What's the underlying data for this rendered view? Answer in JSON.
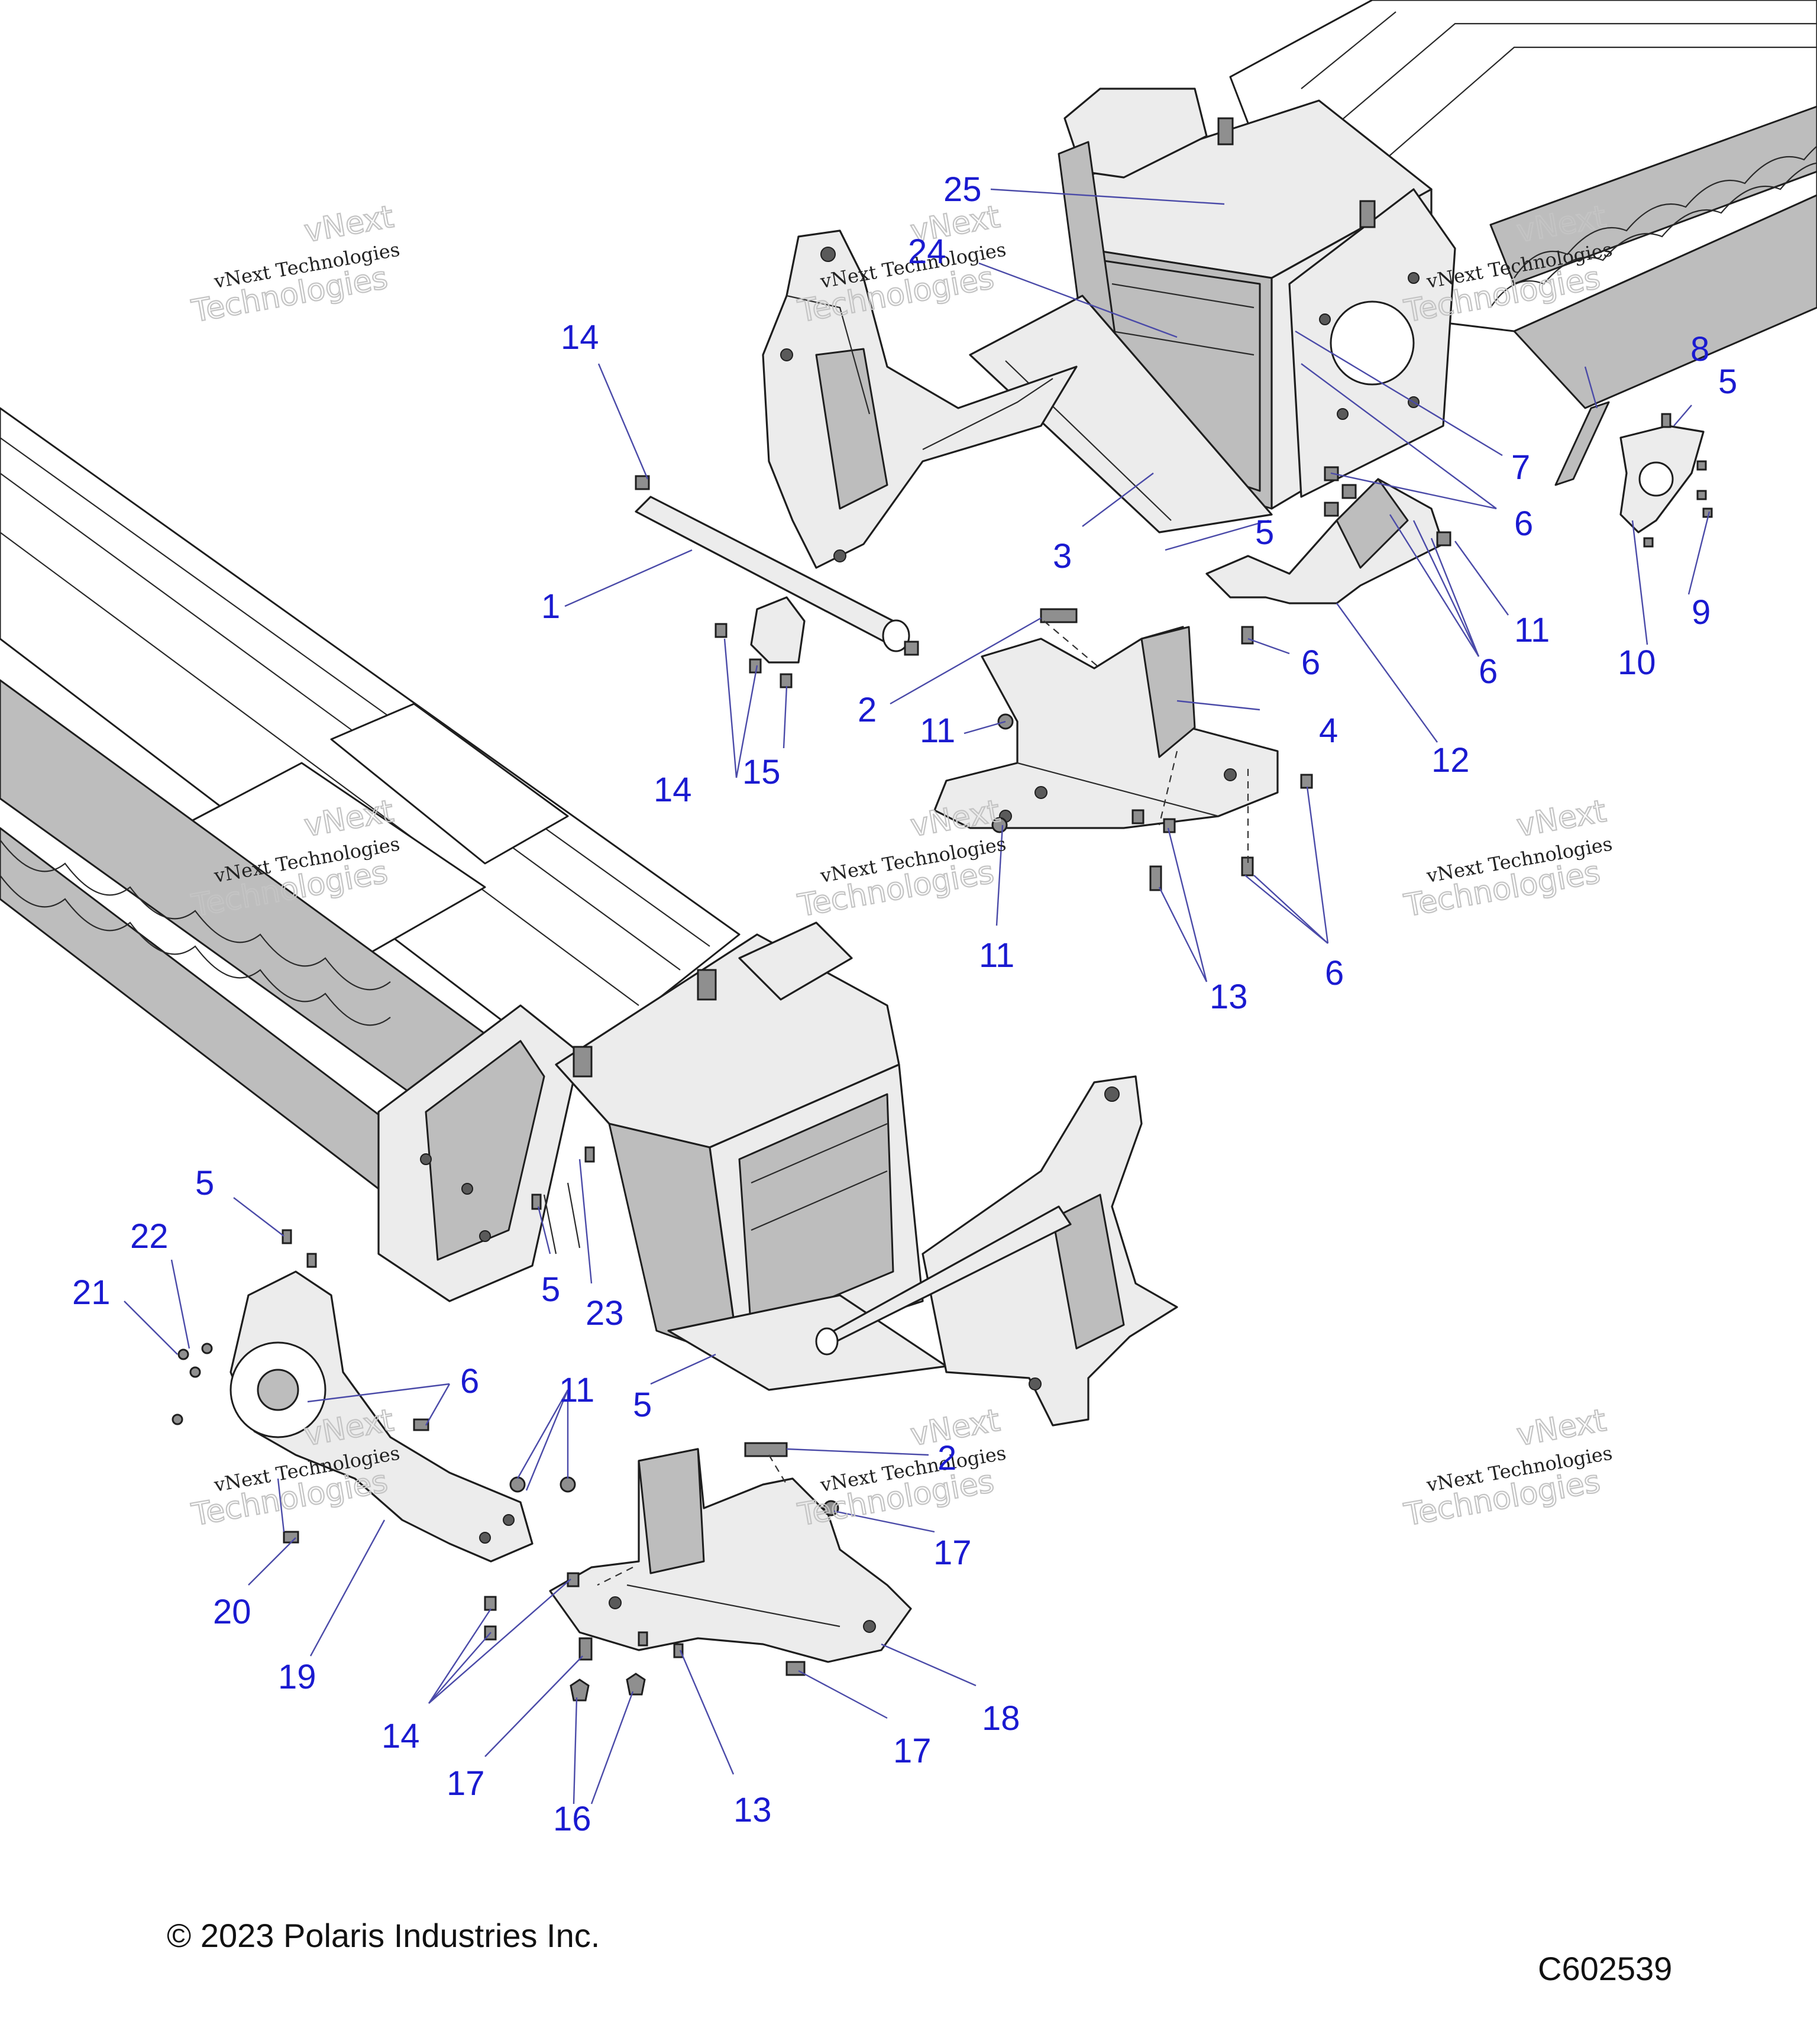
{
  "callouts": [
    {
      "id": "1",
      "label": "1"
    },
    {
      "id": "2a",
      "label": "2"
    },
    {
      "id": "2b",
      "label": "2"
    },
    {
      "id": "3",
      "label": "3"
    },
    {
      "id": "4",
      "label": "4"
    },
    {
      "id": "5a",
      "label": "5"
    },
    {
      "id": "5b",
      "label": "5"
    },
    {
      "id": "5c",
      "label": "5"
    },
    {
      "id": "5d",
      "label": "5"
    },
    {
      "id": "5e",
      "label": "5"
    },
    {
      "id": "6a",
      "label": "6"
    },
    {
      "id": "6b",
      "label": "6"
    },
    {
      "id": "6c",
      "label": "6"
    },
    {
      "id": "6d",
      "label": "6"
    },
    {
      "id": "6e",
      "label": "6"
    },
    {
      "id": "7",
      "label": "7"
    },
    {
      "id": "8",
      "label": "8"
    },
    {
      "id": "9",
      "label": "9"
    },
    {
      "id": "10",
      "label": "10"
    },
    {
      "id": "11a",
      "label": "11"
    },
    {
      "id": "11b",
      "label": "11"
    },
    {
      "id": "11c",
      "label": "11"
    },
    {
      "id": "11d",
      "label": "11"
    },
    {
      "id": "12",
      "label": "12"
    },
    {
      "id": "13a",
      "label": "13"
    },
    {
      "id": "13b",
      "label": "13"
    },
    {
      "id": "14a",
      "label": "14"
    },
    {
      "id": "14b",
      "label": "14"
    },
    {
      "id": "14c",
      "label": "14"
    },
    {
      "id": "15",
      "label": "15"
    },
    {
      "id": "16",
      "label": "16"
    },
    {
      "id": "17a",
      "label": "17"
    },
    {
      "id": "17b",
      "label": "17"
    },
    {
      "id": "17c",
      "label": "17"
    },
    {
      "id": "18",
      "label": "18"
    },
    {
      "id": "19",
      "label": "19"
    },
    {
      "id": "20",
      "label": "20"
    },
    {
      "id": "21",
      "label": "21"
    },
    {
      "id": "22",
      "label": "22"
    },
    {
      "id": "23",
      "label": "23"
    },
    {
      "id": "24",
      "label": "24"
    },
    {
      "id": "25",
      "label": "25"
    }
  ],
  "watermark": {
    "line1": "vNext Technologies",
    "line2": "Technologies",
    "line0": "vNext"
  },
  "footer": {
    "copyright": "© 2023 Polaris Industries Inc.",
    "figure_id": "C602539"
  },
  "colors": {
    "callout": "#1a1ad0",
    "leader": "#4a4aa8",
    "part_fill": "#ececec",
    "part_shade": "#bdbdbd",
    "outline": "#1e1e1e"
  }
}
